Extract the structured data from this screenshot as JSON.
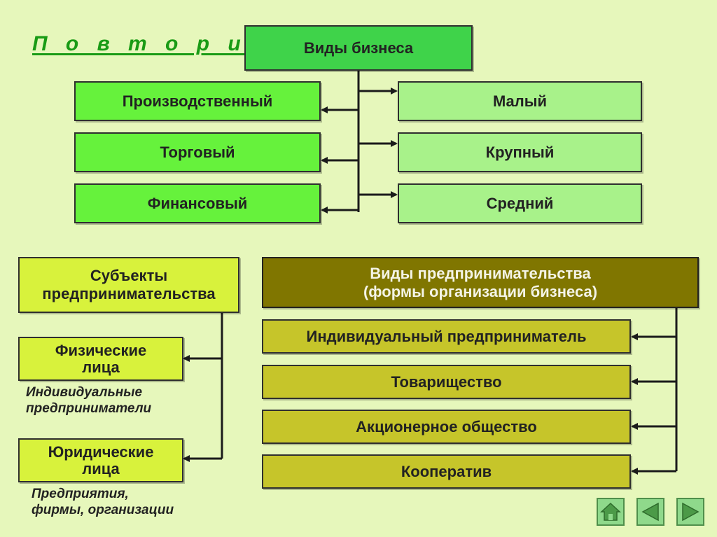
{
  "title": "П о в т о р и м :",
  "business_types": {
    "header": "Виды бизнеса",
    "left": [
      "Производственный",
      "Торговый",
      "Финансовый"
    ],
    "right": [
      "Малый",
      "Крупный",
      "Средний"
    ]
  },
  "subjects": {
    "header_line1": "Субъекты",
    "header_line2": "предпринимательства",
    "physical_line1": "Физические",
    "physical_line2": "лица",
    "physical_note_line1": "Индивидуальные",
    "physical_note_line2": "предприниматели",
    "legal_line1": "Юридические",
    "legal_line2": "лица",
    "legal_note_line1": "Предприятия,",
    "legal_note_line2": "фирмы, организации"
  },
  "forms": {
    "header_line1": "Виды предпринимательства",
    "header_line2": "(формы организации бизнеса)",
    "items": [
      "Индивидуальный предприниматель",
      "Товарищество",
      "Акционерное общество",
      "Кооператив"
    ]
  },
  "nav": [
    "home-icon",
    "arrow-left-icon",
    "arrow-right-icon"
  ]
}
